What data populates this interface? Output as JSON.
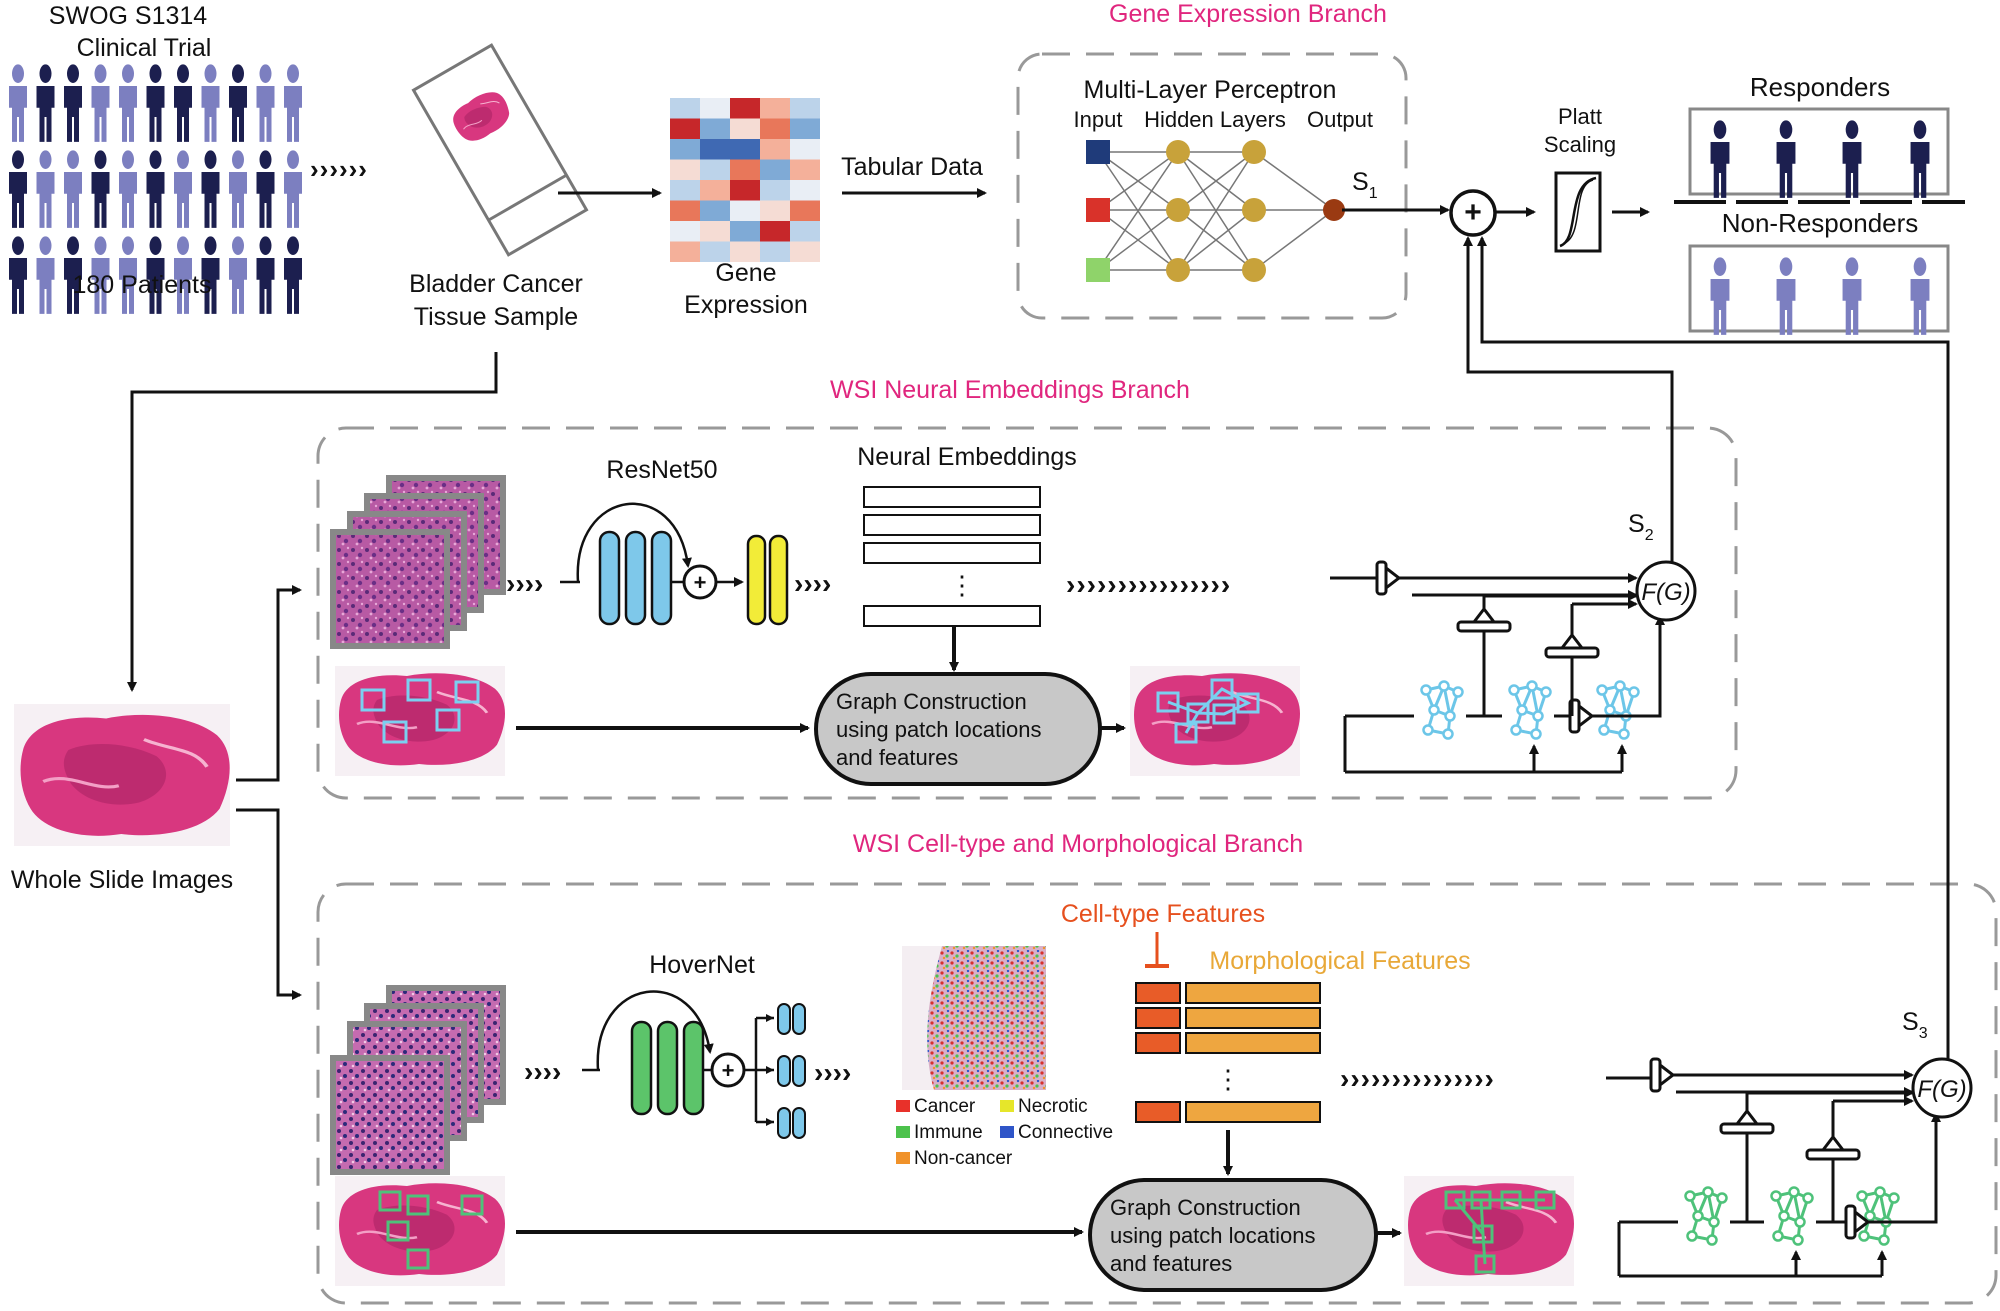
{
  "trial": {
    "title_line1": "SWOG S1314",
    "title_line2": "Clinical Trial",
    "patients": "180 Patients"
  },
  "sample": {
    "line1": "Bladder Cancer",
    "line2": "Tissue Sample"
  },
  "gene": {
    "line1": "Gene",
    "line2": "Expression",
    "tabular": "Tabular Data"
  },
  "gene_branch": {
    "title": "Gene Expression Branch",
    "mlp": "Multi-Layer Perceptron",
    "input": "Input",
    "hidden": "Hidden Layers",
    "output": "Output",
    "score": "S",
    "score_sub": "1"
  },
  "platt": {
    "line1": "Platt",
    "line2": "Scaling"
  },
  "outcome": {
    "responders": "Responders",
    "non_responders": "Non-Responders"
  },
  "wsi": {
    "label": "Whole Slide Images"
  },
  "neural_branch": {
    "title": "WSI Neural Embeddings Branch",
    "resnet": "ResNet50",
    "embeddings": "Neural Embeddings",
    "dots": "⋮",
    "graph_line1": "Graph Construction",
    "graph_line2": "using patch locations",
    "graph_line3": "and features",
    "score": "S",
    "score_sub": "2",
    "fg": "F(G)"
  },
  "cell_branch": {
    "title": "WSI Cell-type and Morphological Branch",
    "hovernet": "HoverNet",
    "celltype": "Cell-type Features",
    "morph": "Morphological Features",
    "dots": "⋮",
    "legend": [
      {
        "label": "Cancer",
        "color": "#e8312a"
      },
      {
        "label": "Necrotic",
        "color": "#e6e62a"
      },
      {
        "label": "Immune",
        "color": "#4cc24c"
      },
      {
        "label": "Connective",
        "color": "#2f55c8"
      },
      {
        "label": "Non-cancer",
        "color": "#f0922a"
      }
    ],
    "graph_line1": "Graph Construction",
    "graph_line2": "using patch locations",
    "graph_line3": "and features",
    "score": "S",
    "score_sub": "3",
    "fg": "F(G)"
  },
  "colors": {
    "accent_pink": "#e0267e",
    "dark_person": "#1c1f4f",
    "light_person": "#7c7fc0",
    "resnet_blue": "#7ec8ea",
    "resnet_yellow": "#f2ec38",
    "hovernet_green": "#5cc46a",
    "graph_cyan": "#6cc6e8",
    "graph_green": "#4ec27a",
    "cell_orange": "#e85c28",
    "morph_gold": "#eea640",
    "mlp_node": "#c8a23a"
  }
}
